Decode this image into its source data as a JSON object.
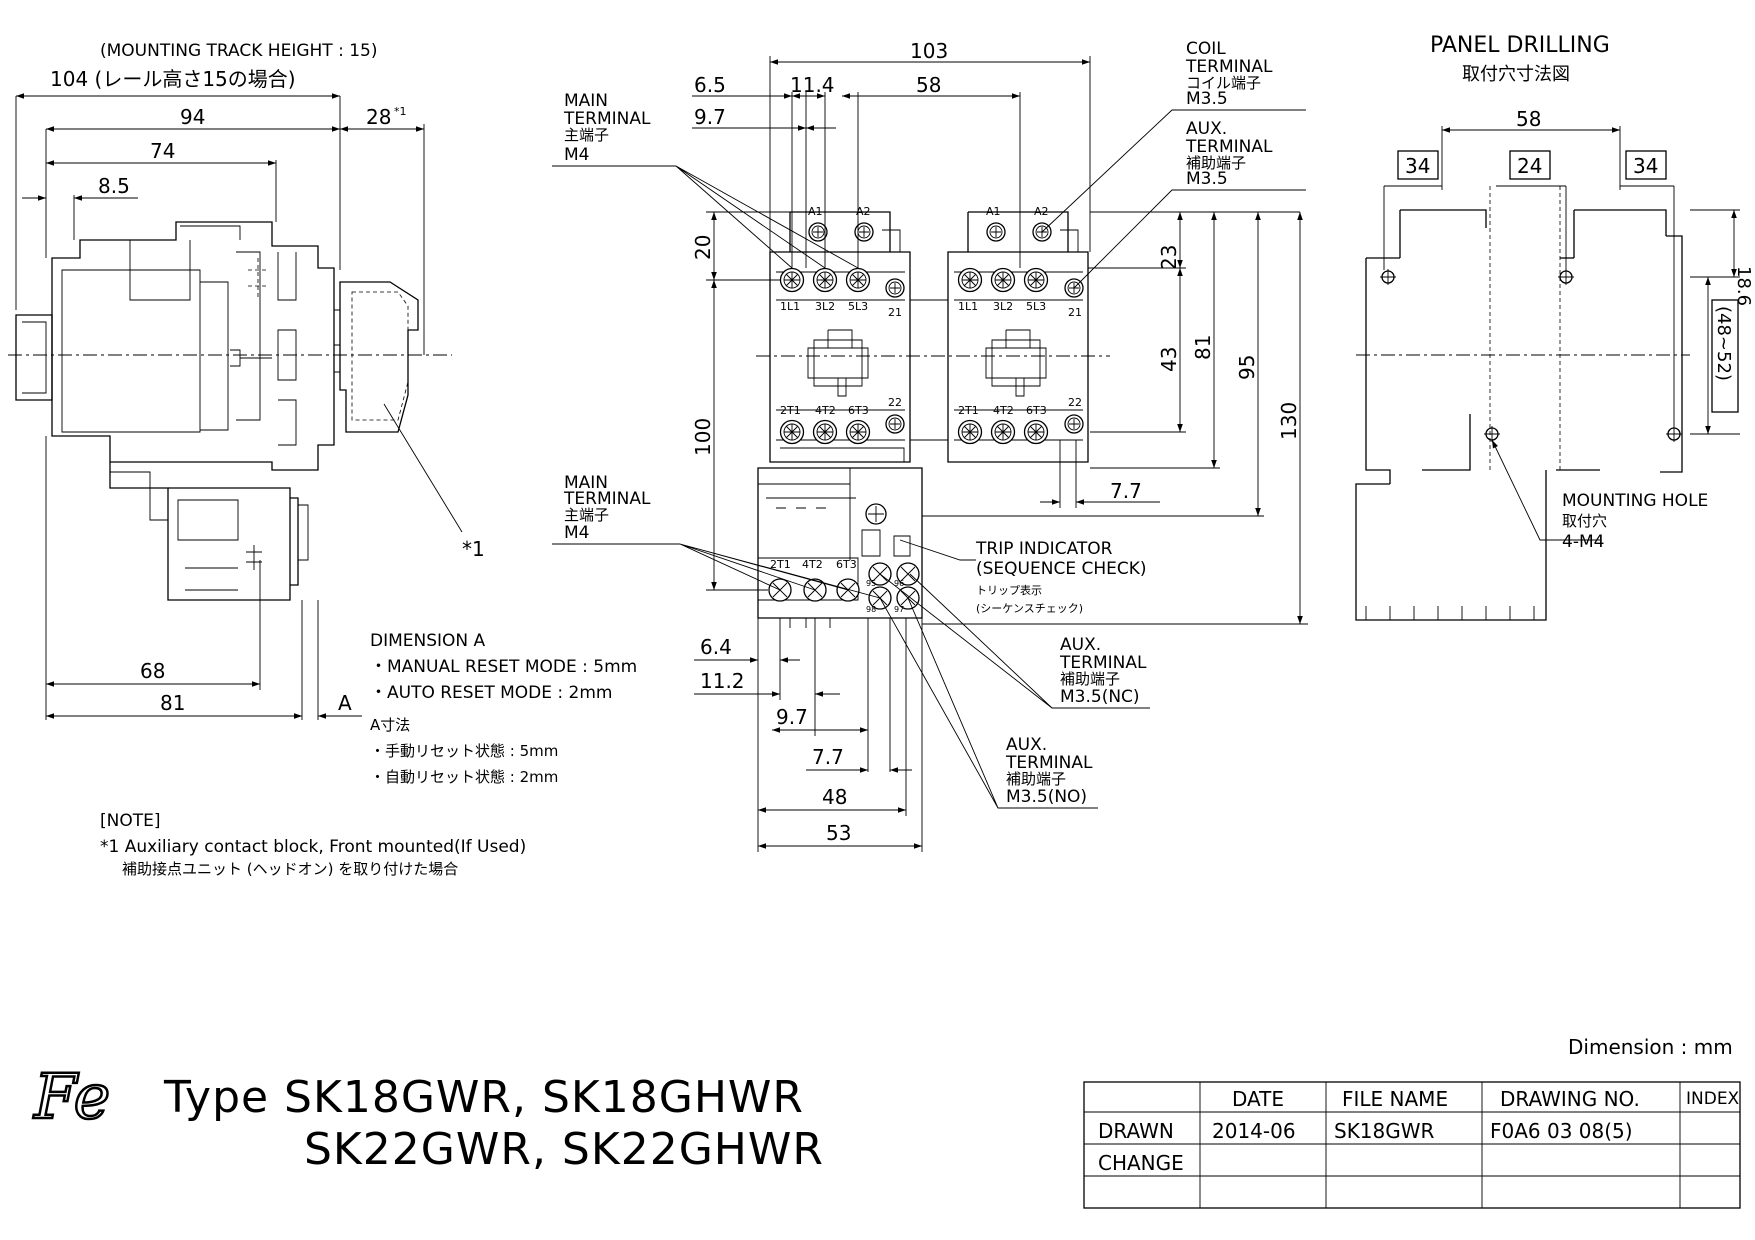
{
  "left_view": {
    "track_height_en": "(MOUNTING TRACK HEIGHT : 15)",
    "track_height_jp": "104 (レール高さ15の場合)",
    "dims": {
      "d94": "94",
      "d74": "74",
      "d8_5": "8.5",
      "d28": "28",
      "star1_sup": "*1",
      "d68": "68",
      "d81": "81",
      "dA": "A"
    },
    "star1_callout": "*1"
  },
  "dimension_a": {
    "title": "DIMENSION A",
    "manual": "・MANUAL RESET MODE : 5mm",
    "auto": "・AUTO RESET MODE : 2mm",
    "title_jp": "A寸法",
    "manual_jp": "・手動リセット状態 : 5mm",
    "auto_jp": "・自動リセット状態 : 2mm"
  },
  "note": {
    "title": "[NOTE]",
    "line1": "*1 Auxiliary contact block, Front mounted(If Used)",
    "line2": "補助接点ユニット (ヘッドオン) を取り付けた場合"
  },
  "center_view": {
    "dims": {
      "d103": "103",
      "d6_5": "6.5",
      "d11_4": "11.4",
      "d58": "58",
      "d9_7": "9.7",
      "d20": "20",
      "d100": "100",
      "d23": "23",
      "d43": "43",
      "d81": "81",
      "d95": "95",
      "d130": "130",
      "d7_7": "7.7",
      "d6_4": "6.4",
      "d11_2": "11.2",
      "d9_7b": "9.7",
      "d7_7b": "7.7",
      "d48": "48",
      "d53": "53"
    },
    "main_terminal_1": {
      "en1": "MAIN",
      "en2": "TERMINAL",
      "jp": "主端子",
      "size": "M4"
    },
    "main_terminal_2": {
      "en1": "MAIN",
      "en2": "TERMINAL",
      "jp": "主端子",
      "size": "M4"
    },
    "coil_terminal": {
      "en1": "COIL",
      "en2": "TERMINAL",
      "jp": "コイル端子",
      "size": "M3.5"
    },
    "aux_terminal_top": {
      "en1": "AUX.",
      "en2": "TERMINAL",
      "jp": "補助端子",
      "size": "M3.5"
    },
    "aux_terminal_nc": {
      "en1": "AUX.",
      "en2": "TERMINAL",
      "jp": "補助端子",
      "size": "M3.5(NC)"
    },
    "aux_terminal_no": {
      "en1": "AUX.",
      "en2": "TERMINAL",
      "jp": "補助端子",
      "size": "M3.5(NO)"
    },
    "trip_indicator": {
      "en1": "TRIP INDICATOR",
      "en2": "(SEQUENCE CHECK)",
      "jp1": "トリップ表示",
      "jp2": "(シーケンスチェック)"
    },
    "terminal_labels": {
      "a1": "A1",
      "a2": "A2",
      "l1": "1L1",
      "l2": "3L2",
      "l3": "5L3",
      "n21": "21",
      "t1": "2T1",
      "t2": "4T2",
      "t3": "6T3",
      "n22": "22",
      "ol_t1": "2T1",
      "ol_t2": "4T2",
      "ol_t3": "6T3",
      "n95": "95",
      "n96": "96",
      "n97": "97",
      "n98": "98"
    }
  },
  "panel_drilling": {
    "title": "PANEL DRILLING",
    "title_jp": "取付穴寸法図",
    "dims": {
      "d58": "58",
      "d34a": "34",
      "d24": "24",
      "d34b": "34",
      "d18_6": "18.6",
      "range": "(48~52)"
    },
    "mounting_hole": {
      "en": "MOUNTING HOLE",
      "jp": "取付穴",
      "spec": "4-M4"
    }
  },
  "footer": {
    "dimension_unit": "Dimension : mm",
    "logo": "Fe",
    "type_line1": "Type SK18GWR, SK18GHWR",
    "type_line2": "SK22GWR, SK22GHWR"
  },
  "title_block": {
    "headers": [
      "",
      "DATE",
      "FILE NAME",
      "DRAWING NO.",
      "INDEX"
    ],
    "rows": [
      [
        "DRAWN",
        "2014-06",
        "SK18GWR",
        "F0A6 03 08(5)",
        ""
      ],
      [
        "CHANGE",
        "",
        "",
        "",
        ""
      ],
      [
        "",
        "",
        "",
        "",
        ""
      ]
    ]
  }
}
